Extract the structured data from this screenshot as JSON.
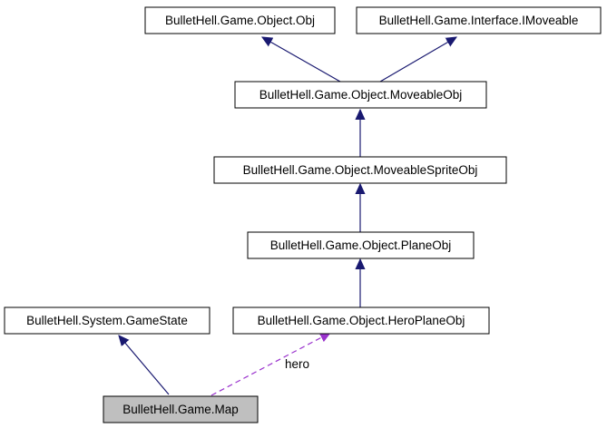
{
  "colors": {
    "box_fill": "#ffffff",
    "box_fill_highlight": "#bfbfbf",
    "box_stroke": "#000000",
    "inherit_edge": "#191970",
    "usage_edge": "#9a32cd"
  },
  "nodes": {
    "obj": {
      "label": "BulletHell.Game.Object.Obj"
    },
    "imoveable": {
      "label": "BulletHell.Game.Interface.IMoveable"
    },
    "moveableobj": {
      "label": "BulletHell.Game.Object.MoveableObj"
    },
    "moveablespriteobj": {
      "label": "BulletHell.Game.Object.MoveableSpriteObj"
    },
    "planeobj": {
      "label": "BulletHell.Game.Object.PlaneObj"
    },
    "gamestate": {
      "label": "BulletHell.System.GameState"
    },
    "heroplaneobj": {
      "label": "BulletHell.Game.Object.HeroPlaneObj"
    },
    "map": {
      "label": "BulletHell.Game.Map"
    }
  },
  "edges": {
    "usage_hero": {
      "label": "hero"
    }
  }
}
